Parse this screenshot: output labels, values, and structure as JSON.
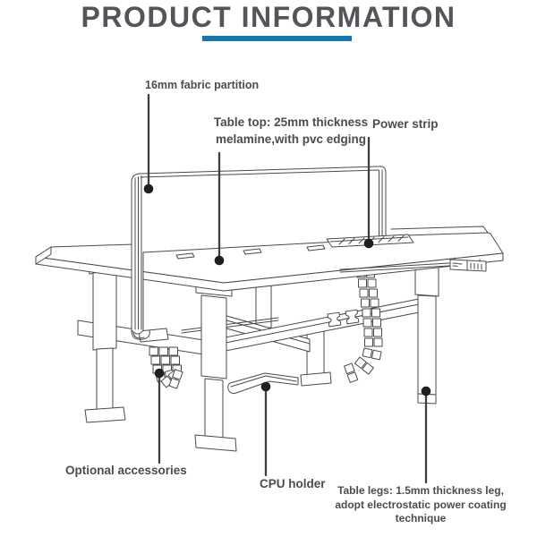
{
  "header": {
    "title": "PRODUCT INFORMATION"
  },
  "colors": {
    "accent": "#1577b5",
    "line_art": "#4a4a4a",
    "label_text": "#4c4c4c"
  },
  "illustration": "height-adjustable-back-to-back-desk-line-drawing",
  "callouts": {
    "partition": {
      "label": "16mm fabric partition"
    },
    "tabletop": {
      "line1": "Table top: 25mm thickness",
      "line2": "melamine,with pvc edging"
    },
    "power_strip": {
      "label": "Power strip"
    },
    "optional": {
      "label": "Optional accessories"
    },
    "cpu": {
      "label": "CPU holder"
    },
    "legs": {
      "line1": "Table legs: 1.5mm thickness leg,",
      "line2": "adopt electrostatic power coating technique"
    }
  }
}
